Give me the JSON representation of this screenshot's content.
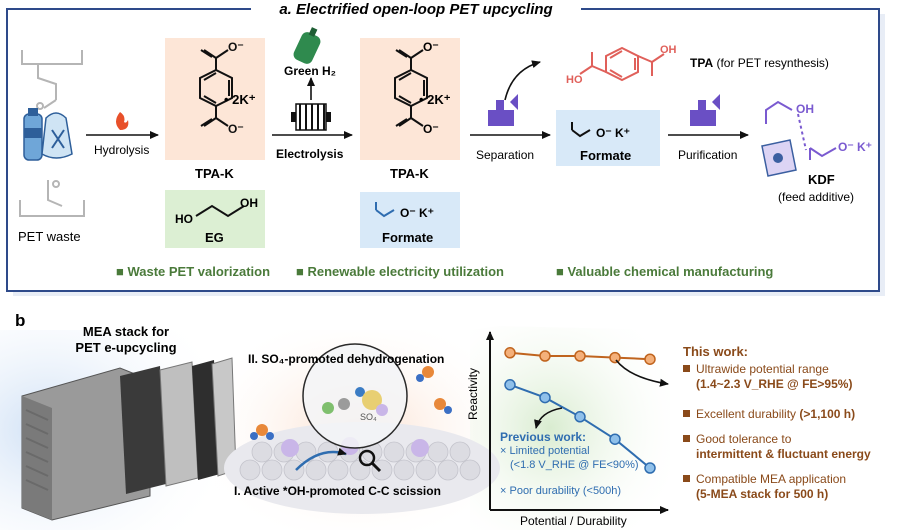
{
  "panel_a": {
    "title": "a. Electrified open-loop PET upcycling",
    "pet_waste": "PET waste",
    "hydrolysis": "Hydrolysis",
    "tpak_label_1": "TPA-K",
    "charge_label": "• 2K⁺",
    "eg": "EG",
    "green_h2": "Green H₂",
    "electrolysis": "Electrolysis",
    "tpak_label_2": "TPA-K",
    "formate_label_1": "Formate",
    "separation": "Separation",
    "tpa": "TPA",
    "tpa_note": "(for PET resynthesis)",
    "formate_label_2": "Formate",
    "purification": "Purification",
    "kdf": "KDF",
    "kdf_note": "(feed additive)",
    "benefits": [
      "Waste PET valorization",
      "Renewable electricity utilization",
      "Valuable chemical manufacturing"
    ]
  },
  "panel_b": {
    "label": "b",
    "mea_title_1": "MEA stack for",
    "mea_title_2": "PET e-upcycling",
    "step2": "II. SO₄-promoted dehydrogenation",
    "step1": "I. Active *OH-promoted C-C scission",
    "so4_small": "SO₄",
    "reactivity": "Reactivity",
    "x_axis": "Potential / Durability",
    "previous_title": "Previous work:",
    "previous_items": [
      "Limited potential",
      "(<1.8 V_RHE @ FE<90%)",
      "Poor durability (<500h)"
    ],
    "this_work_title": "This work:",
    "this_work_items": [
      {
        "text": "Ultrawide potential range",
        "sub": "(1.4~2.3 V_RHE @ FE>95%)"
      },
      {
        "text": "Excellent durability",
        "strong": "(>1,100 h)"
      },
      {
        "text": "Good tolerance to",
        "sub": "intermittent & fluctuant energy"
      },
      {
        "text": "Compatible MEA application",
        "sub": "(5-MEA stack for 500 h)"
      }
    ]
  },
  "colors": {
    "frame_blue": "#2e4a8a",
    "orange": "#c0641e",
    "green_text": "#4a7a3a",
    "blue_line": "#2f6db0",
    "red_structure": "#e0605a",
    "purple": "#7a5ad0"
  },
  "chart_data": {
    "type": "line",
    "xlabel": "Potential / Durability",
    "ylabel": "Reactivity",
    "series": [
      {
        "name": "This work",
        "values": [
          0.92,
          0.9,
          0.9,
          0.89,
          0.88
        ]
      },
      {
        "name": "Previous work",
        "values": [
          0.72,
          0.64,
          0.52,
          0.38,
          0.2
        ]
      }
    ]
  }
}
